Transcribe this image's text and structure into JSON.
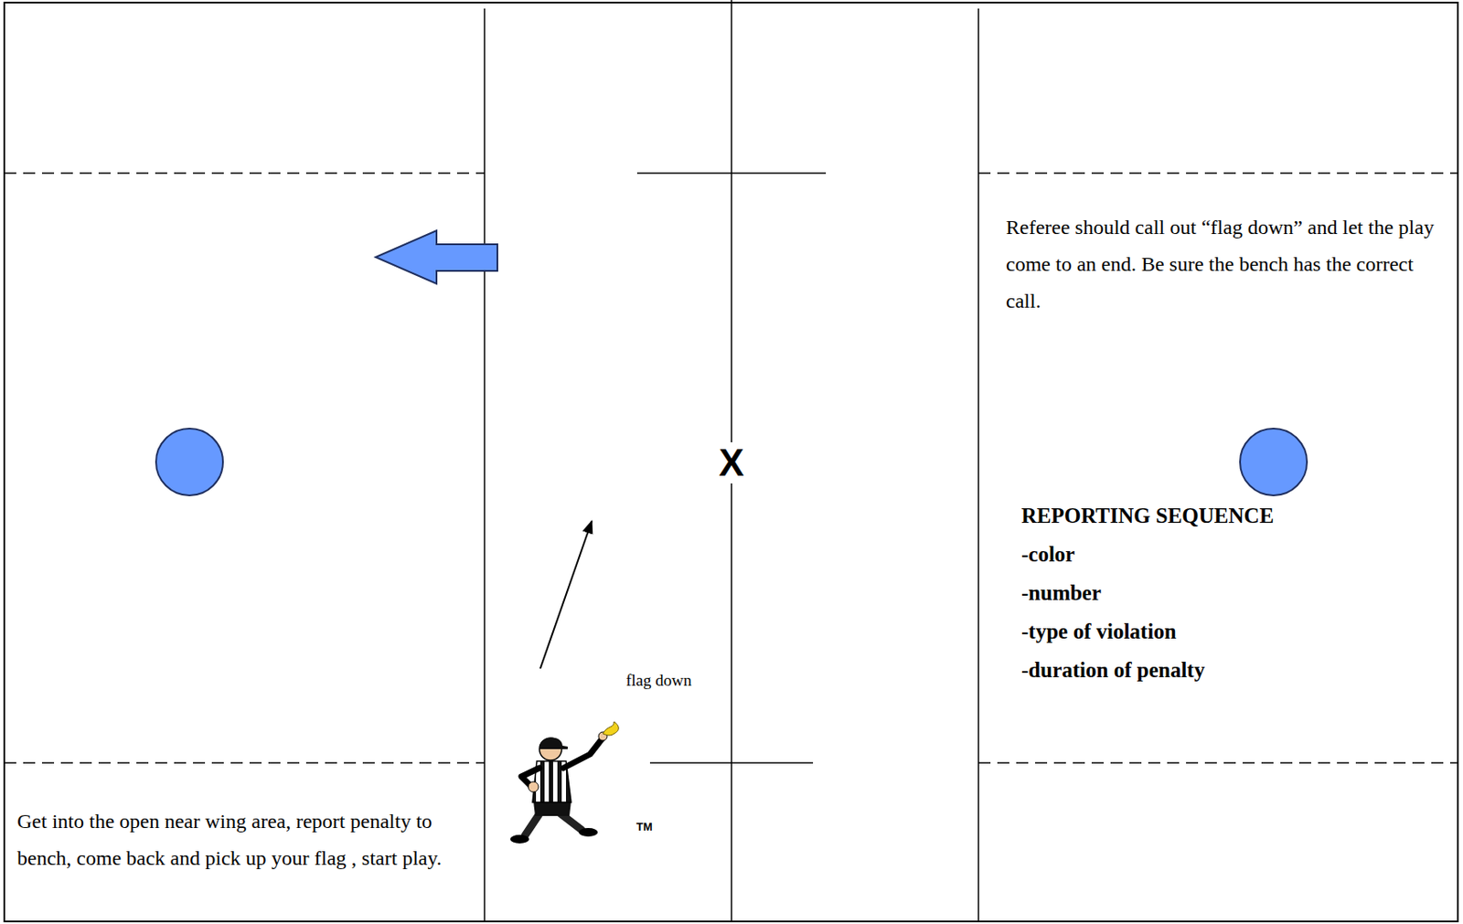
{
  "diagram": {
    "labels": [
      "Referee should call out “flag down” and let the play come to an end. Be sure the bench has the correct call.",
      "REPORTING SEQUENCE",
      "-color",
      "-number",
      "-type of violation",
      "-duration of penalty",
      "X",
      "flag down",
      "TM",
      "Get into the open near wing area, report penalty to bench, come back and pick up your flag , start play."
    ]
  }
}
